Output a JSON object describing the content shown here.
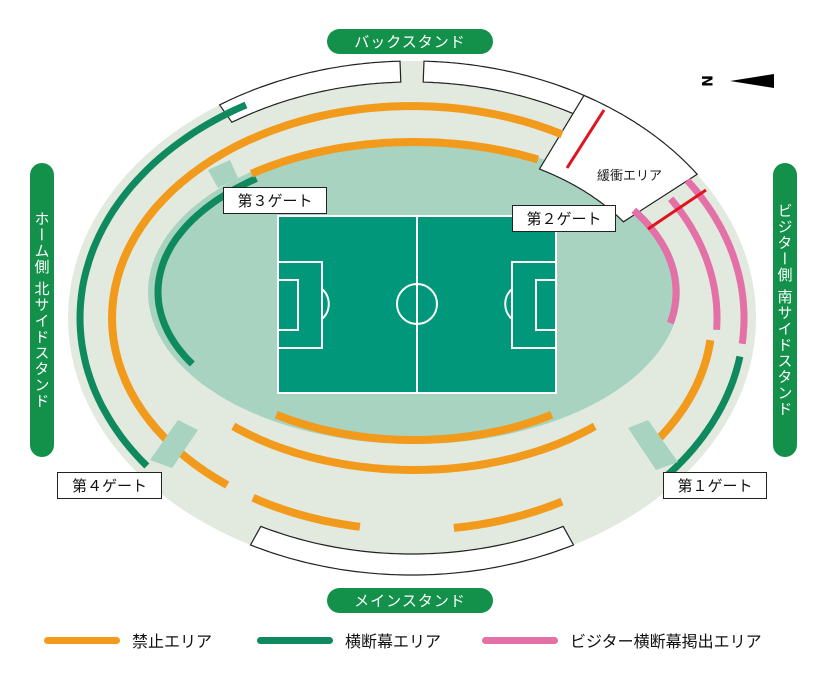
{
  "stands": {
    "back": "バックスタンド",
    "main": "メインスタンド",
    "home_north": "ホーム側 北サイドスタンド",
    "visitor_south": "ビジター側 南サイドスタンド"
  },
  "gates": {
    "gate1": "第１ゲート",
    "gate2": "第２ゲート",
    "gate3": "第３ゲート",
    "gate4": "第４ゲート"
  },
  "buffer_area": "緩衝エリア",
  "compass": {
    "label": "N",
    "icon": "north-arrow-icon"
  },
  "legend": [
    {
      "label": "禁止エリア",
      "color": "#f29a1c"
    },
    {
      "label": "横断幕エリア",
      "color": "#0e8a5e"
    },
    {
      "label": "ビジター横断幕掲出エリア",
      "color": "#e470a8"
    }
  ],
  "colors": {
    "concourse": "#e2e9df",
    "field_area": "#a8d3c0",
    "pitch": "#00977a",
    "buffer_line": "#e0141e"
  }
}
